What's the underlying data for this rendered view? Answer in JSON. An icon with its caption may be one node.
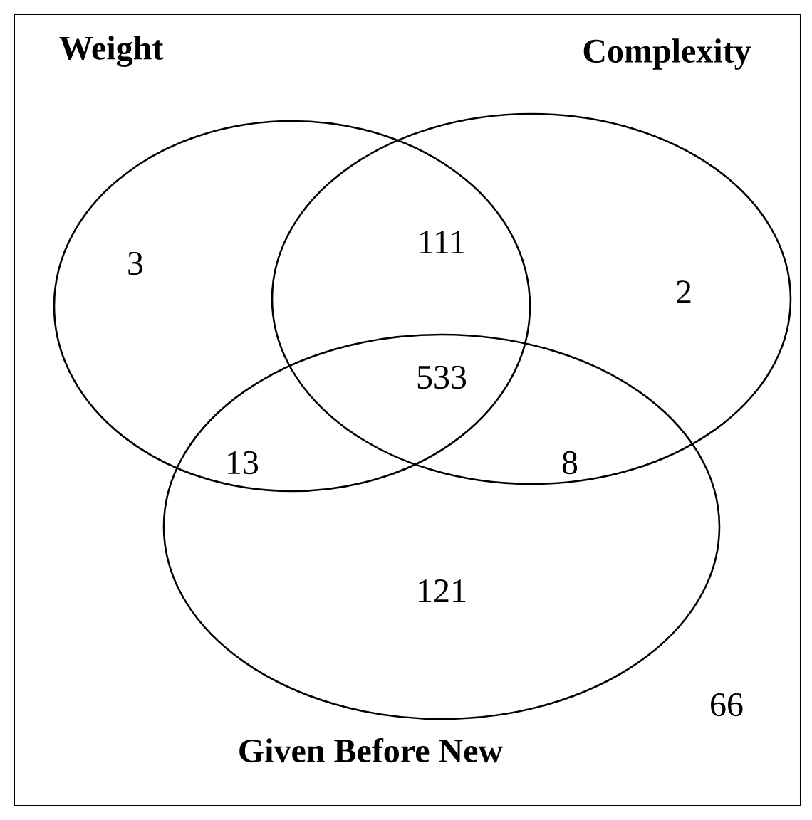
{
  "diagram": {
    "nodes": [
      {
        "text": [
          "Weight"
        ]
      },
      {
        "text": [
          "Complexity"
        ]
      },
      {
        "text": [
          "Given Before New"
        ]
      }
    ],
    "labels": [
      "3",
      "111",
      "2",
      "533",
      "13",
      "8",
      "121",
      "66"
    ]
  }
}
